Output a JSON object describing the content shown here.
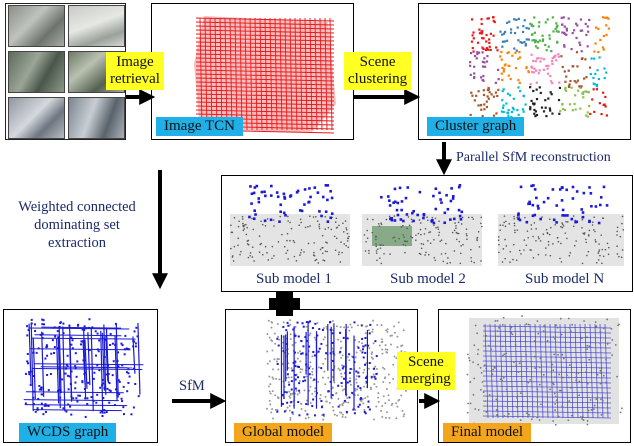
{
  "stages": {
    "image_tcn": "Image TCN",
    "cluster_graph": "Cluster graph",
    "wcds_graph": "WCDS graph",
    "global_model": "Global model",
    "final_model": "Final model"
  },
  "steps": {
    "image_retrieval": "Image\nretrieval",
    "scene_clustering": "Scene\nclustering",
    "parallel_sfm": "Parallel SfM reconstruction",
    "wcds_extraction": "Weighted connected\ndominating set\nextraction",
    "sfm": "SfM",
    "scene_merging": "Scene\nmerging"
  },
  "sub_models": [
    "Sub model 1",
    "Sub model 2",
    "Sub model N"
  ],
  "colors": {
    "tcn_grid": "#e41a1c",
    "wcds_points": "#1b1bd6",
    "label_cyan": "#1fb0e8",
    "label_orange": "#f3a61b",
    "label_yellow": "#ffff22"
  }
}
